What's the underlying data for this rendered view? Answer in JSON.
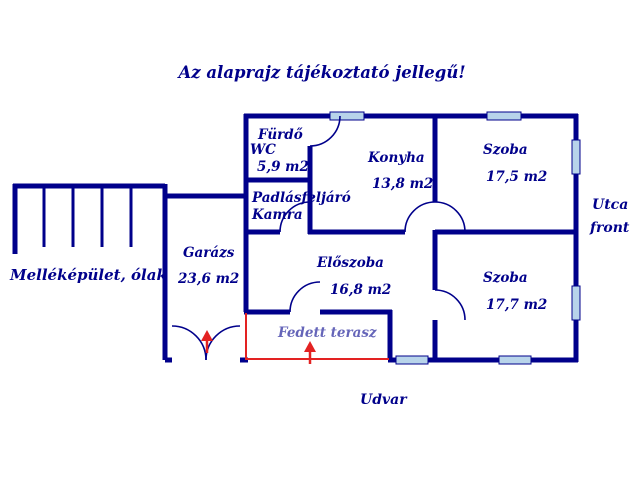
{
  "title": "Az alaprajz tájékoztató jellegű!",
  "colors": {
    "wall": "#00008B",
    "text": "#00008B",
    "window": "#b8d4ea",
    "accent": "#e32222",
    "background": "#ffffff"
  },
  "rooms": {
    "furdo": {
      "name": "Fürdő",
      "name2": "WC",
      "area": "5,9 m2"
    },
    "padlas": {
      "line1": "Padlásfeljáró",
      "line2": "Kamra"
    },
    "konyha": {
      "name": "Konyha",
      "area": "13,8 m2"
    },
    "szoba_felso": {
      "name": "Szoba",
      "area": "17,5 m2"
    },
    "eloszoba": {
      "name": "Előszoba",
      "area": "16,8 m2"
    },
    "szoba_also": {
      "name": "Szoba",
      "area": "17,7 m2"
    },
    "terasz": {
      "name": "Fedett terasz"
    },
    "garazs": {
      "name": "Garázs",
      "area": "23,6 m2"
    },
    "mellekepulet": {
      "name": "Melléképület, ólak"
    }
  },
  "annotations": {
    "utca_line1": "Utca",
    "utca_line2": "front",
    "udvar": "Udvar"
  }
}
